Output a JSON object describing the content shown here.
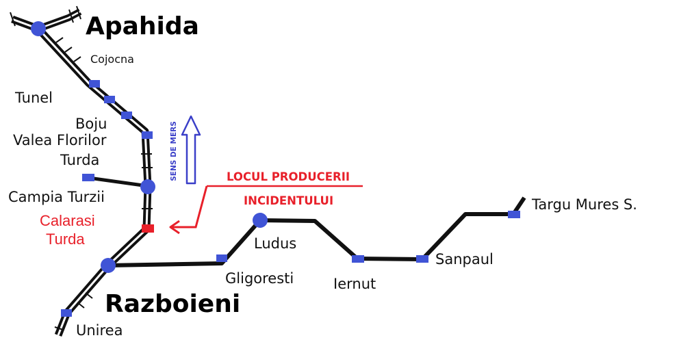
{
  "colors": {
    "track": "#111111",
    "track_inner": "#ffffff",
    "station": "#4054d6",
    "incident": "#e8202a",
    "direction": "#3a3fc8"
  },
  "major_stations": {
    "apahida": "Apahida",
    "razboieni": "Razboieni"
  },
  "stations": {
    "cojocna": "Cojocna",
    "tunel": "Tunel",
    "boju": "Boju",
    "valea_florilor": "Valea Florilor",
    "turda": "Turda",
    "campia_turzii": "Campia Turzii",
    "ludus": "Ludus",
    "gligoresti": "Gligoresti",
    "iernut": "Iernut",
    "sanpaul": "Sanpaul",
    "targu_mures_s": "Targu Mures S.",
    "unirea": "Unirea"
  },
  "incident_station": {
    "line1": "Calarasi",
    "line2": "Turda"
  },
  "incident_label": {
    "line1": "LOCUL PRODUCERII",
    "line2": "INCIDENTULUI"
  },
  "direction_label": "SENS DE MERS",
  "icons": {
    "direction_arrow": "arrow-up-outline-icon",
    "incident_pointer": "arrow-left-red-icon",
    "station_stop": "square-marker-icon",
    "station_junction": "circle-marker-icon"
  }
}
